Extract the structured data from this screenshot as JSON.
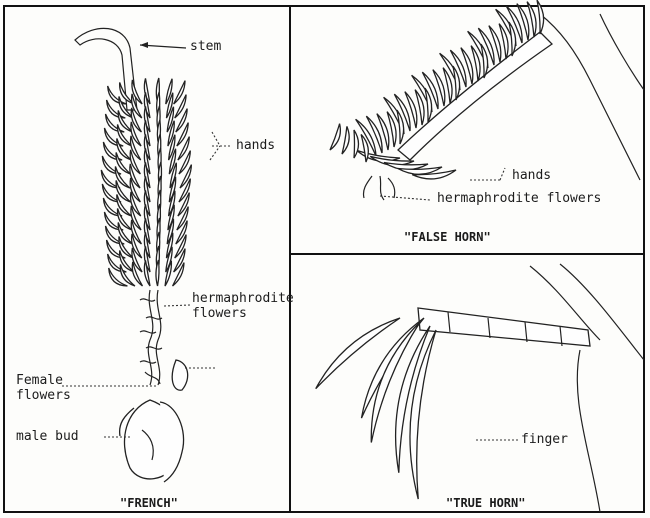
{
  "panels": {
    "french": {
      "caption": "\"FRENCH\"",
      "labels": {
        "stem": "stem",
        "hands": "hands",
        "hermaphrodite_1": "hermaphrodite",
        "hermaphrodite_2": "flowers",
        "female_1": "Female",
        "female_2": "flowers",
        "male_bud": "male bud"
      }
    },
    "false_horn": {
      "caption": "\"FALSE HORN\"",
      "labels": {
        "hands": "hands",
        "hermaphrodite": "hermaphrodite flowers"
      }
    },
    "true_horn": {
      "caption": "\"TRUE HORN\"",
      "labels": {
        "finger": "finger"
      }
    }
  }
}
